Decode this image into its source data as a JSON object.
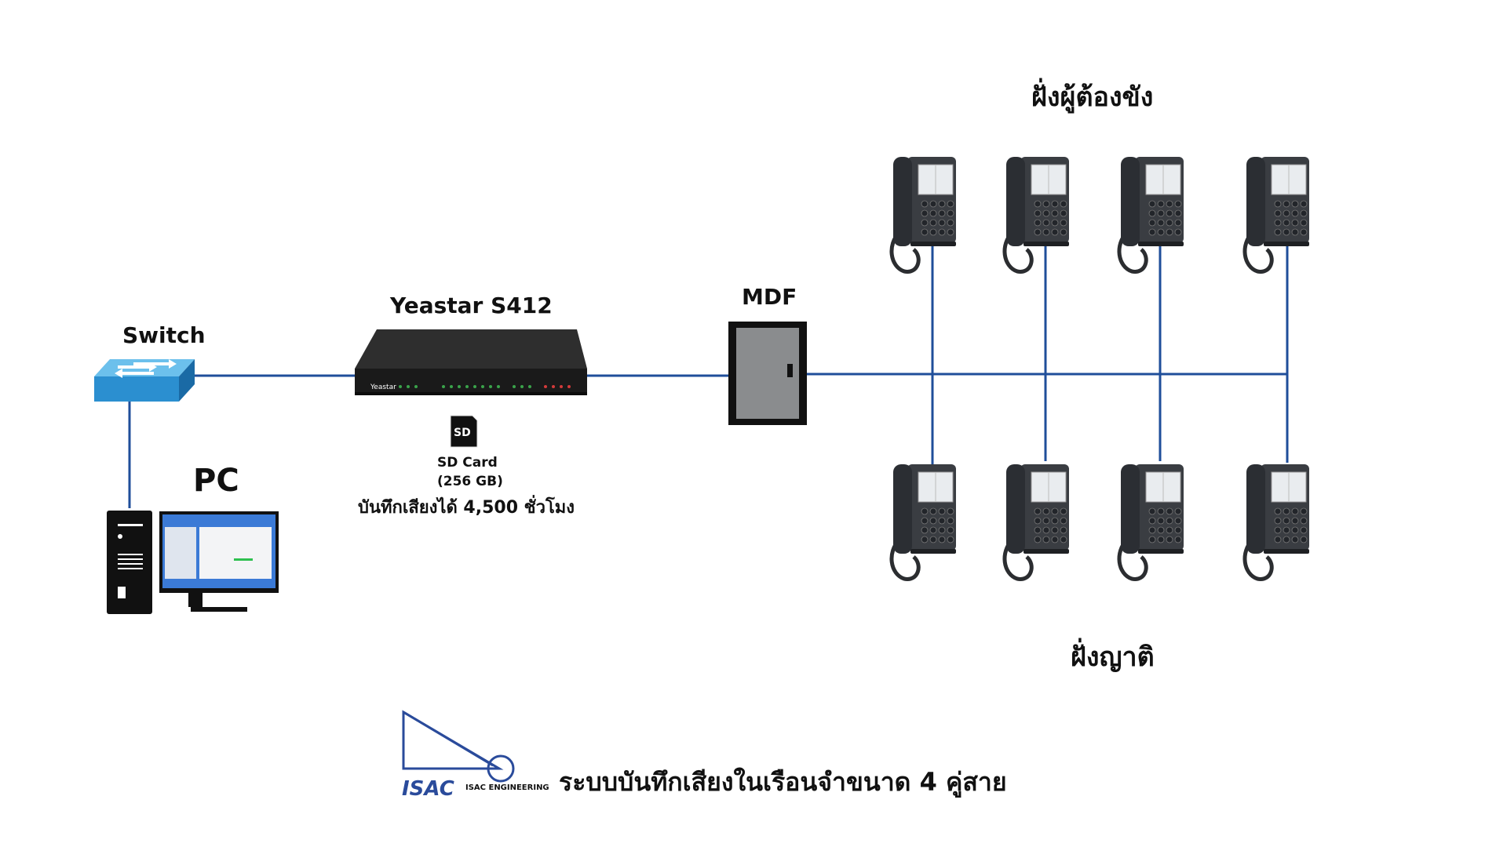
{
  "headings": {
    "inmate_side": "ฝั่งผู้ต้องขัง",
    "relative_side": "ฝั่งญาติ"
  },
  "devices": {
    "switch_label": "Switch",
    "pc_label": "PC",
    "pbx_label": "Yeastar S412",
    "pbx_brand": "Yeastar",
    "mdf_label": "MDF",
    "sd_card": {
      "icon_text": "SD",
      "line1": "SD Card",
      "line2": "(256 GB)",
      "line3": "บันทึกเสียงได้ 4,500 ชั่วโมง"
    }
  },
  "footer": {
    "logo_text": "ISAC",
    "logo_subtext": "ISAC ENGINEERING",
    "caption": "ระบบบันทึกเสียงในเรือนจำขนาด 4 คู่สาย"
  },
  "phones": {
    "inmate_count": 4,
    "relative_count": 4
  },
  "colors": {
    "link_line": "#1f4e9a",
    "switch_blue": "#2b8fd0",
    "device_dark": "#1c1c1c",
    "mdf_grey": "#8a8c8e",
    "phone_body": "#3a3d42",
    "text": "#111111"
  }
}
